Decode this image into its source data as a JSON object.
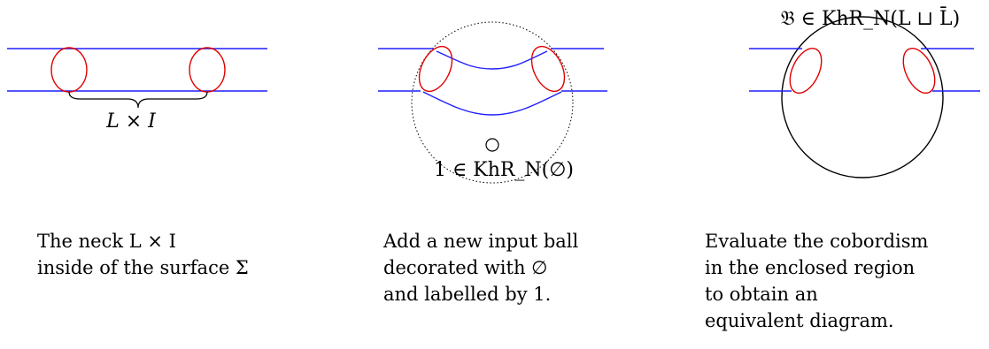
{
  "panels": [
    {
      "diagram_label": "L × I",
      "caption": [
        "The neck L × I",
        "inside of the surface Σ"
      ]
    },
    {
      "diagram_label": "1 ∈ KhR_N(∅)",
      "caption": [
        "Add a new input ball",
        "decorated with ∅",
        "and labelled by 1."
      ]
    },
    {
      "diagram_label": "𝔅 ∈ KhR_N(L ⊔ L̄)",
      "caption": [
        "Evaluate the cobordism",
        "in the enclosed region",
        "to obtain an",
        "equivalent diagram."
      ]
    }
  ],
  "colors": {
    "strand": "#1f1fff",
    "circle": "#e00000",
    "outline": "#000000"
  }
}
